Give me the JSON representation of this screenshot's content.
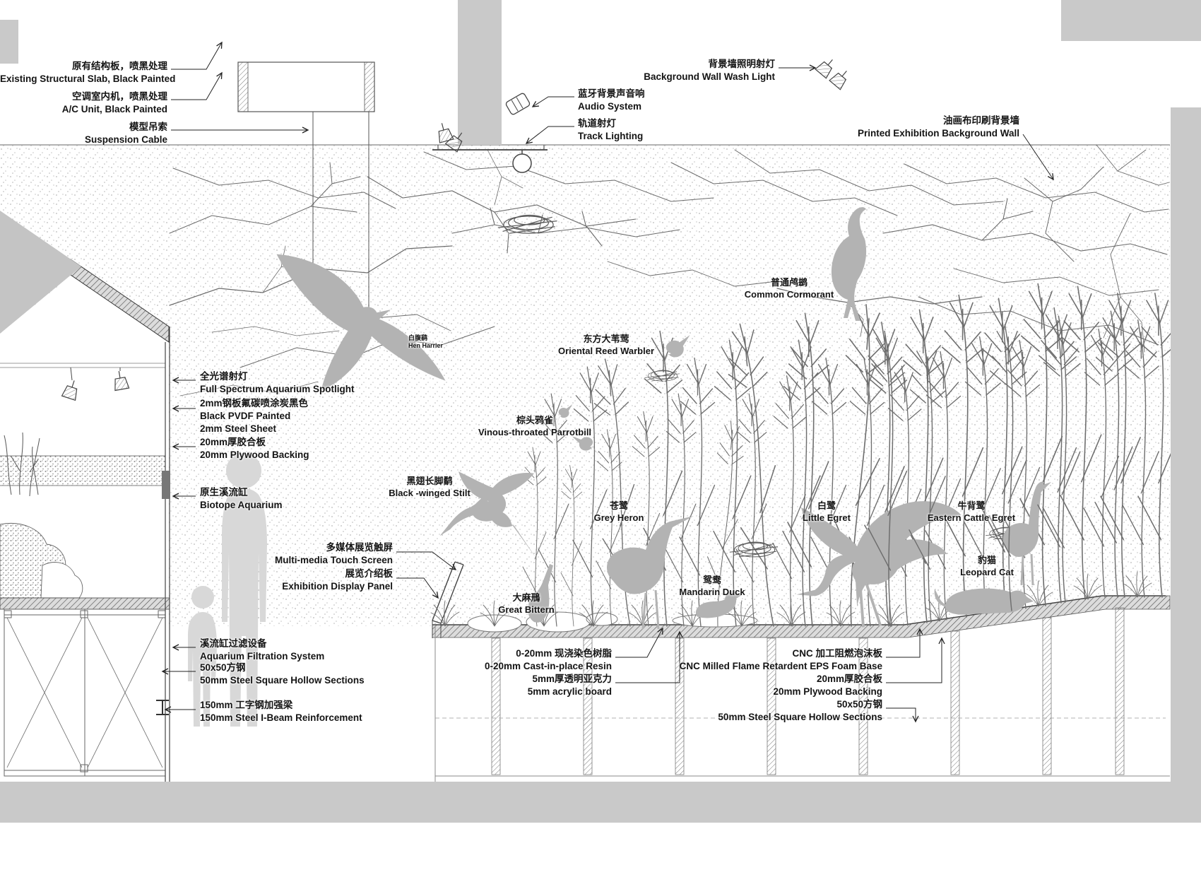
{
  "callouts": {
    "structural_slab": {
      "zh": "原有结构板，喷黑处理",
      "en": "Existing Structural Slab, Black Painted"
    },
    "ac_unit": {
      "zh": "空调室内机，喷黑处理",
      "en": "A/C Unit, Black Painted"
    },
    "suspension_cable": {
      "zh": "模型吊索",
      "en": "Suspension Cable"
    },
    "wall_wash_light": {
      "zh": "背景墙照明射灯",
      "en": "Background Wall Wash Light"
    },
    "audio_system": {
      "zh": "蓝牙背景声音响",
      "en": "Audio System"
    },
    "track_lighting": {
      "zh": "轨道射灯",
      "en": "Track Lighting"
    },
    "background_wall": {
      "zh": "油画布印刷背景墙",
      "en": "Printed Exhibition Background Wall"
    },
    "aquarium_spotlight": {
      "zh": "全光谱射灯",
      "en": "Full Spectrum Aquarium Spotlight"
    },
    "steel_sheet": {
      "zh": "2mm钢板氟碳喷涂炭黑色",
      "en": "Black PVDF Painted",
      "en2": "2mm Steel Sheet"
    },
    "plywood_left": {
      "zh": "20mm厚胶合板",
      "en": "20mm Plywood Backing"
    },
    "biotope": {
      "zh": "原生溪流缸",
      "en": "Biotope Aquarium"
    },
    "touch_screen": {
      "zh": "多媒体展览触屏",
      "en": "Multi-media Touch Screen"
    },
    "display_panel": {
      "zh": "展览介绍板",
      "en": "Exhibition Display Panel"
    },
    "filtration": {
      "zh": "溪流缸过滤设备",
      "en": "Aquarium Filtration System"
    },
    "square_steel_left": {
      "zh": "50x50方钢",
      "en": "50mm Steel Square Hollow Sections"
    },
    "i_beam": {
      "zh": "150mm 工字钢加强梁",
      "en": "150mm Steel I-Beam Reinforcement"
    },
    "resin": {
      "zh": "0-20mm 现浇染色树脂",
      "en": "0-20mm Cast-in-place Resin"
    },
    "acrylic": {
      "zh": "5mm厚透明亚克力",
      "en": "5mm acrylic board"
    },
    "eps_foam": {
      "zh": "CNC 加工阻燃泡沫板",
      "en": "CNC Milled Flame Retardent EPS Foam Base"
    },
    "plywood_right": {
      "zh": "20mm厚胶合板",
      "en": "20mm Plywood Backing"
    },
    "square_steel_right": {
      "zh": "50x50方钢",
      "en": "50mm Steel Square Hollow Sections"
    }
  },
  "species": {
    "hen_harrier": {
      "zh": "白腹鹞",
      "en": "Hen Harrier"
    },
    "common_cormorant": {
      "zh": "普通鸬鹚",
      "en": "Common Cormorant"
    },
    "oriental_reed_warbler": {
      "zh": "东方大苇莺",
      "en": "Oriental Reed Warbler"
    },
    "vinous_throated_parrotbill": {
      "zh": "棕头鸦雀",
      "en": "Vinous-throated Parrotbill"
    },
    "black_winged_stilt": {
      "zh": "黑翅长脚鹬",
      "en": "Black -winged Stilt"
    },
    "grey_heron": {
      "zh": "苍鹭",
      "en": "Grey Heron"
    },
    "little_egret": {
      "zh": "白鹭",
      "en": "Little Egret"
    },
    "eastern_cattle_egret": {
      "zh": "牛背鹭",
      "en": "Eastern Cattle Egret"
    },
    "leopard_cat": {
      "zh": "豹猫",
      "en": "Leopard Cat"
    },
    "great_bittern": {
      "zh": "大麻鳽",
      "en": "Great Bittern"
    },
    "mandarin_duck": {
      "zh": "鸳鸯",
      "en": "Mandarin Duck"
    }
  },
  "colors": {
    "background": "#ffffff",
    "line_art": "#6b6b6b",
    "silhouette": "#b3b3b3",
    "human_silhouette": "#d8d8d8",
    "concrete": "#c9c9c9",
    "text": "#141414"
  }
}
